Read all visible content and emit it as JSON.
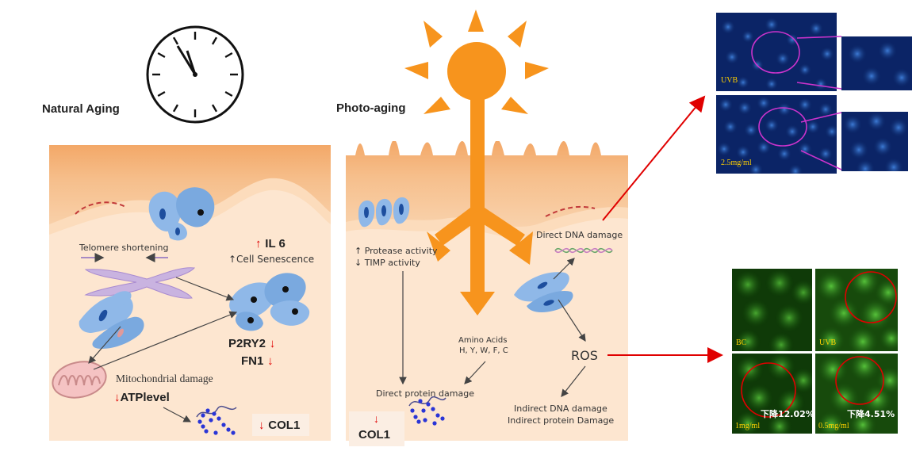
{
  "natural": {
    "title": "Natural Aging",
    "telomere": "Telomere shortening",
    "il6_arrow": "↑",
    "il6": "IL 6",
    "senescence": "↑Cell Senescence",
    "p2ry2": "P2RY2",
    "fn1": "FN1",
    "down_arrow": "↓",
    "mito": "Mitochondrial damage",
    "atp": "ATPlevel",
    "col1": "COL1"
  },
  "photo": {
    "title": "Photo-aging",
    "protease": "↑ Protease activity",
    "timp": "↓ TIMP activity",
    "direct_dna": "Direct DNA damage",
    "amino_title": "Amino Acids",
    "amino_list": "H, Y, W, F, C",
    "ros": "ROS",
    "direct_protein": "Direct protein damage",
    "indirect_dna": "Indirect DNA damage",
    "indirect_protein": "Indirect protein Damage",
    "col1_arrow": "↓",
    "col1": "COL1"
  },
  "blue_panels": {
    "top_label": "UVB",
    "bottom_label": "2.5mg/ml"
  },
  "green_panels": {
    "tl_label": "BC",
    "tr_label": "UVB",
    "bl_label": "1mg/ml",
    "bl_value": "下降12.02%",
    "br_label": "0.5mg/ml",
    "br_value": "下降4.51%"
  },
  "colors": {
    "skin_dark": "#f3b07a",
    "skin_mid": "#f9cfa3",
    "skin_light": "#fde7d3",
    "sun": "#f7941d",
    "red": "#e00000",
    "cell": "#8fb8e8",
    "fluor_blue": "#0d2a6e",
    "fluor_green": "#1f6e10"
  }
}
